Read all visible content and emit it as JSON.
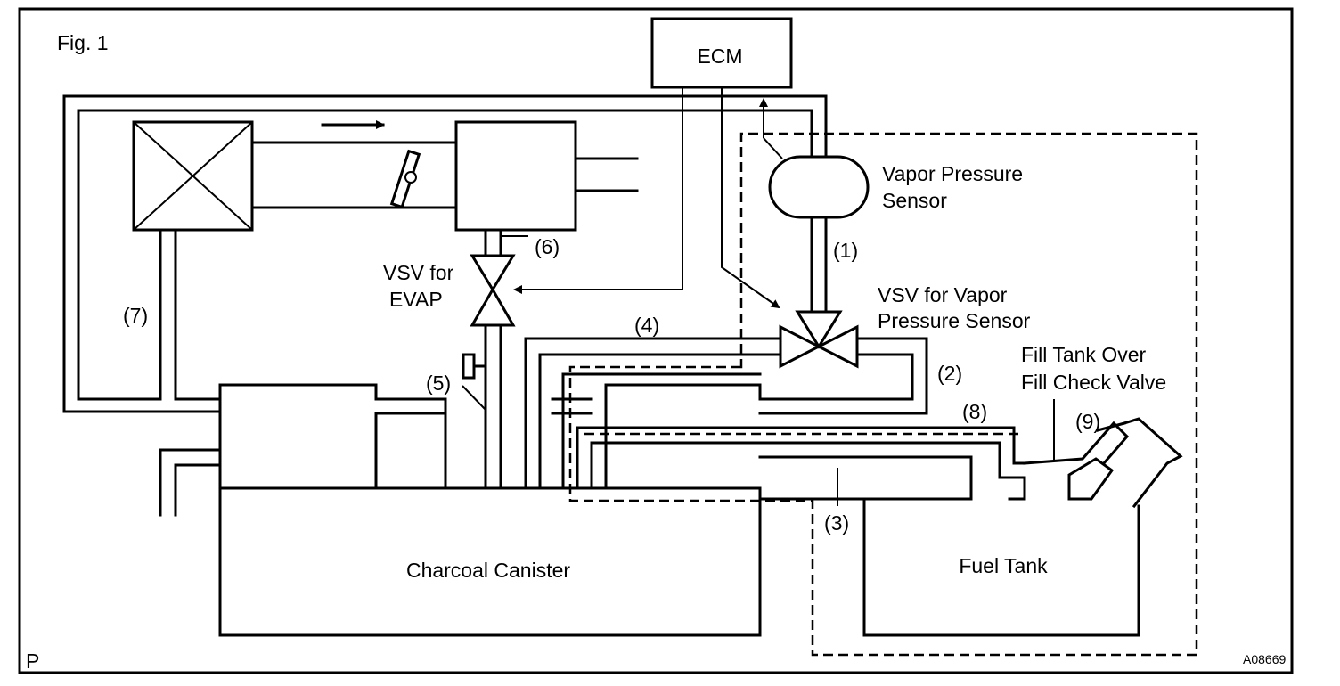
{
  "figure": {
    "fig_label": "Fig. 1",
    "corner_mark": "P",
    "figure_code": "A08669"
  },
  "components": {
    "ecm": "ECM",
    "vapor_pressure_sensor": [
      "Vapor Pressure",
      "Sensor"
    ],
    "vsv_evap": [
      "VSV for",
      "EVAP"
    ],
    "vsv_vapor": [
      "VSV for Vapor",
      "Pressure Sensor"
    ],
    "fill_check_valve": [
      "Fill Tank Over",
      "Fill Check Valve"
    ],
    "charcoal_canister": "Charcoal Canister",
    "fuel_tank": "Fuel Tank"
  },
  "hose_labels": {
    "h1": "(1)",
    "h2": "(2)",
    "h3": "(3)",
    "h4": "(4)",
    "h5": "(5)",
    "h6": "(6)",
    "h7": "(7)",
    "h8": "(8)",
    "h9": "(9)"
  }
}
